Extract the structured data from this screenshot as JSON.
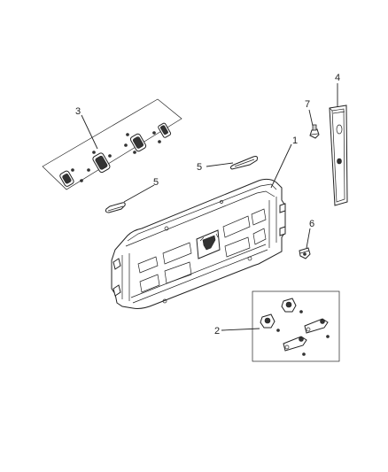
{
  "diagram": {
    "callouts": [
      {
        "id": "c1",
        "text": "1"
      },
      {
        "id": "c2",
        "text": "2"
      },
      {
        "id": "c3",
        "text": "3"
      },
      {
        "id": "c4",
        "text": "4"
      },
      {
        "id": "c5a",
        "text": "5"
      },
      {
        "id": "c5b",
        "text": "5"
      },
      {
        "id": "c6",
        "text": "6"
      },
      {
        "id": "c7",
        "text": "7"
      }
    ]
  }
}
